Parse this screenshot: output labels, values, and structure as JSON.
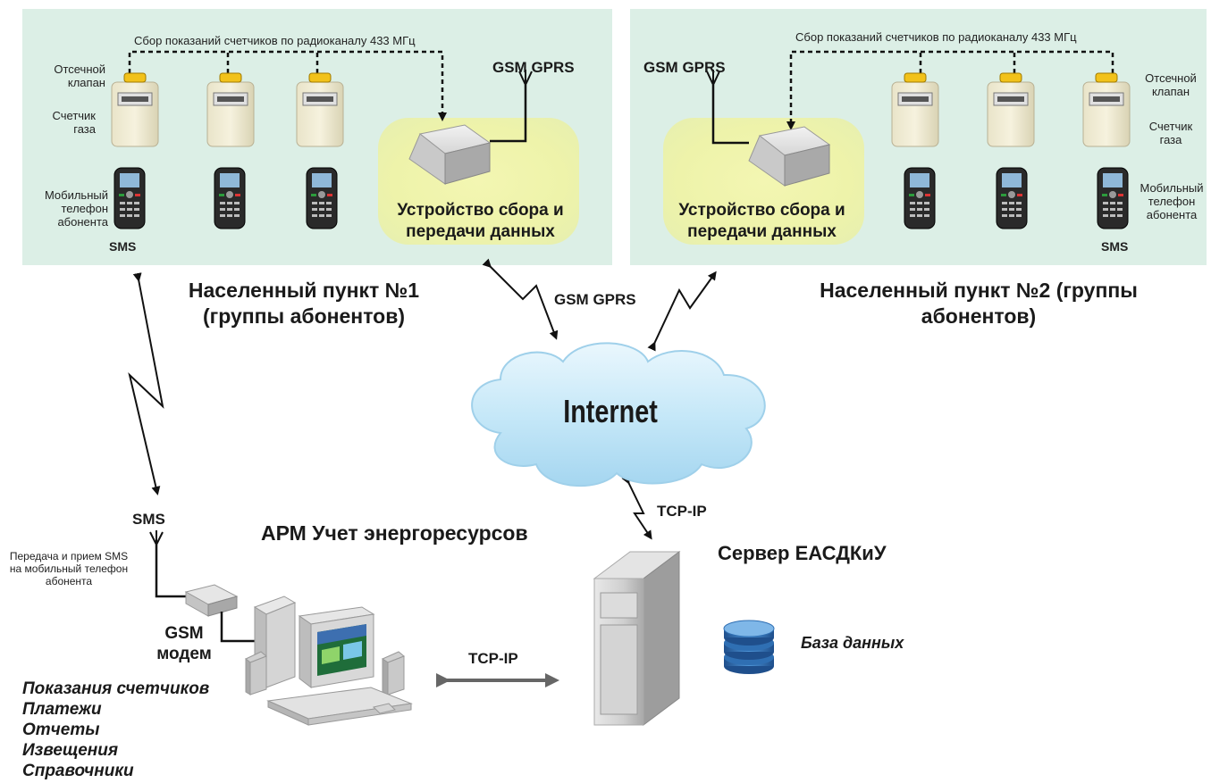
{
  "settlement1": {
    "radio_caption": "Сбор показаний счетчиков по радиоканалу 433 МГц",
    "valve_label": "Отсечной клапан",
    "meter_label": "Счетчик газа",
    "phone_label": "Мобильный телефон абонента",
    "sms_label": "SMS",
    "gsm_label": "GSM GPRS",
    "device_label": "Устройство сбора и передачи данных",
    "title": "Населенный пункт №1 (группы абонентов)"
  },
  "settlement2": {
    "radio_caption": "Сбор показаний счетчиков по радиоканалу 433 МГц",
    "valve_label": "Отсечной клапан",
    "meter_label": "Счетчик газа",
    "phone_label": "Мобильный телефон абонента",
    "sms_label": "SMS",
    "gsm_label": "GSM GPRS",
    "device_label": "Устройство сбора и передачи данных",
    "title": "Населенный пункт №2 (группы абонентов)"
  },
  "links": {
    "gsm_gprs": "GSM GPRS",
    "tcp_ip_internet": "TCP-IP",
    "tcp_ip_server": "TCP-IP"
  },
  "internet": {
    "label": "Internet"
  },
  "workstation": {
    "sms_label": "SMS",
    "sms_note": "Передача и прием SMS на мобильный телефон абонента",
    "modem_label": "GSM модем",
    "title": "АРМ Учет энергоресурсов",
    "functions": [
      "Показания счетчиков",
      "Платежи",
      "Отчеты",
      "Извещения",
      "Справочники"
    ]
  },
  "server": {
    "title": "Сервер ЕАСДКиУ",
    "db_label": "База данных"
  },
  "colors": {
    "panel": "#dcefe6",
    "glow": "#eef3aa",
    "cloud": "#bfe4f6",
    "valve": "#f2c21a",
    "database": "#2f6fb3",
    "arrow": "#666666"
  }
}
